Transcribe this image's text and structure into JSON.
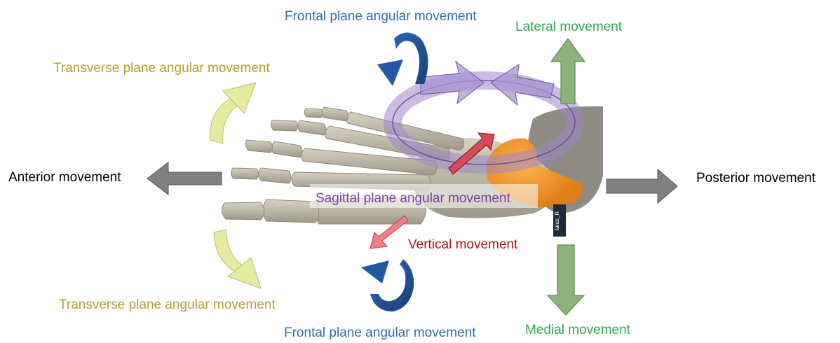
{
  "labels": {
    "frontal_top": "Frontal plane angular movement",
    "frontal_bottom": "Frontal plane angular movement",
    "lateral": "Lateral movement",
    "medial": "Medial movement",
    "transverse_top": "Transverse plane angular movement",
    "transverse_bottom": "Transverse plane angular movement",
    "anterior": "Anterior movement",
    "posterior": "Posterior movement",
    "sagittal": "Sagittal plane angular movement",
    "vertical": "Vertical movement",
    "talus_tag": "talus_R"
  },
  "colors": {
    "frontal": "#2f6eb0",
    "transverse": "#b79c2e",
    "linear_ml": "#2fa84f",
    "anterior_posterior": "#000000",
    "vertical": "#b3141c",
    "sagittal": "#7a3fa6",
    "bone": "#b8b3a2",
    "talus": "#f29a2e"
  }
}
